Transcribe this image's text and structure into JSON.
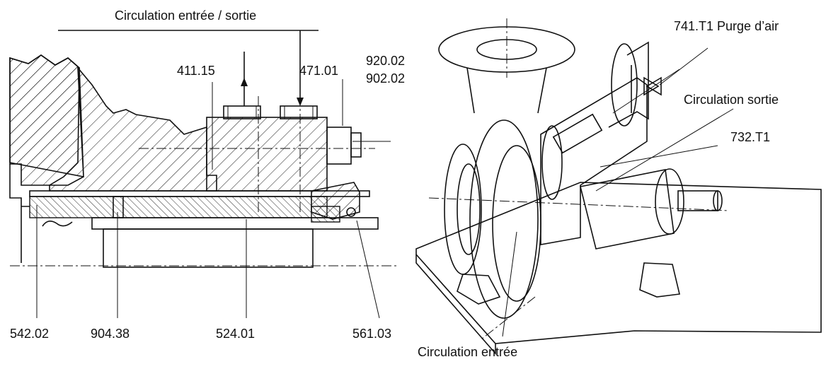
{
  "labels": {
    "circulation_in_out": "Circulation entrée / sortie",
    "p411_15": "411.15",
    "p471_01": "471.01",
    "p920_02": "920.02",
    "p902_02": "902.02",
    "p542_02": "542.02",
    "p904_38": "904.38",
    "p524_01": "524.01",
    "p561_03": "561.03",
    "p741_t1": "741.T1 Purge d’air",
    "circulation_out": "Circulation sortie",
    "p732_t1": "732.T1",
    "circulation_in": "Circulation entrée"
  },
  "colors": {
    "ink": "#111111",
    "paper": "#ffffff"
  }
}
